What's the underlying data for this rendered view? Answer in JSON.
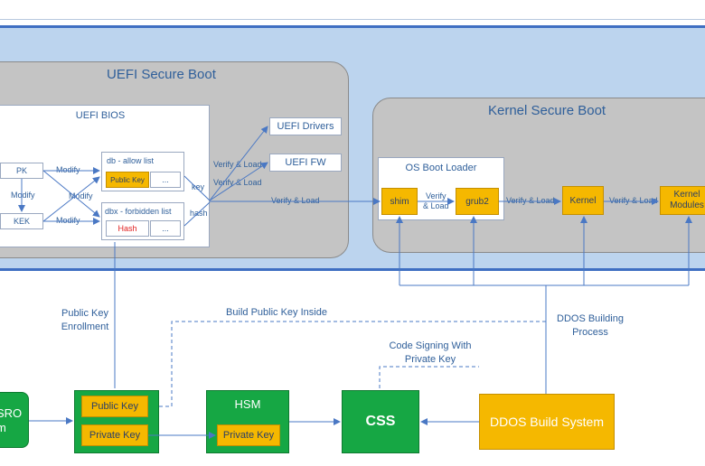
{
  "uefi": {
    "title": "UEFI Secure Boot",
    "bios": {
      "title": "UEFI BIOS",
      "pk": "PK",
      "kek": "KEK",
      "modify_labels": [
        "Modify",
        "Modify",
        "Modify",
        "Modify"
      ],
      "db_title": "db - allow list",
      "db_public_key": "Public Key",
      "db_dots": "...",
      "dbx_title": "dbx - forbidden list",
      "dbx_hash": "Hash",
      "dbx_dots": "...",
      "key_label": "key",
      "hash_label": "hash"
    },
    "verify_load_labels": [
      "Verify & Load",
      "Verify & Load",
      "Verify & Load"
    ],
    "drivers": "UEFI Drivers",
    "fw": "UEFI FW"
  },
  "kernel": {
    "title": "Kernel Secure Boot",
    "loader_title": "OS Boot Loader",
    "shim": "shim",
    "shim_verify": "Verify\n& Load",
    "grub": "grub2",
    "grub_verify": "Verify & Load",
    "kernel": "Kernel",
    "kernel_verify": "Verify & Load",
    "modules": "Kernel\nModules"
  },
  "bottom": {
    "enrollment": "Public Key\nEnrollment",
    "build_inside": "Build Public Key Inside",
    "code_signing": "Code Signing With\nPrivate Key",
    "ddos_process": "DDOS Building\nProcess",
    "left_box": "SRO\nm",
    "keys_public": "Public Key",
    "keys_private": "Private Key",
    "hsm_title": "HSM",
    "hsm_private": "Private Key",
    "css": "CSS",
    "ddos_system": "DDOS Build System"
  },
  "colors": {
    "band": "#bcd4ee",
    "band_border": "#3f6fc2",
    "gold": "#f5b800",
    "green": "#16a744",
    "line": "#4a78c4"
  }
}
